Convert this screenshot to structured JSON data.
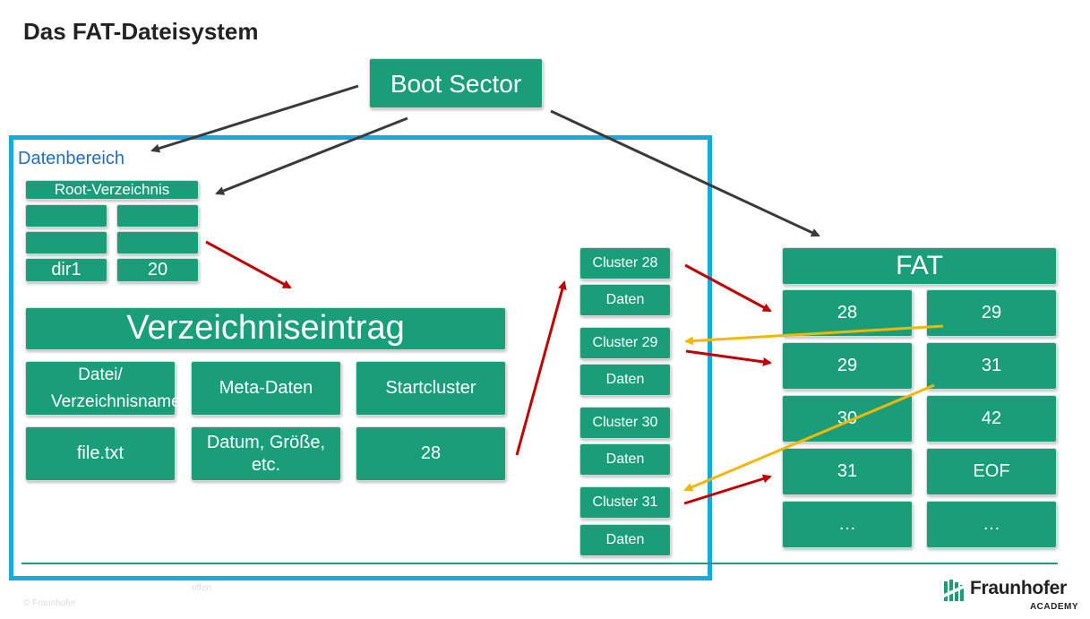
{
  "title": "Das FAT-Dateisystem",
  "boot_sector": "Boot Sector",
  "data_area": {
    "label": "Datenbereich",
    "root_dir": {
      "header": "Root-Verzeichnis",
      "entry_name": "dir1",
      "entry_value": "20"
    },
    "dir_entry": {
      "header": "Verzeichniseintrag",
      "col_name": "Datei/ Verzeichnisname",
      "col_meta": "Meta-Daten",
      "col_start": "Startcluster",
      "val_name": "file.txt",
      "val_meta": "Datum, Größe, etc.",
      "val_start": "28"
    },
    "clusters": [
      {
        "label": "Cluster 28",
        "data": "Daten"
      },
      {
        "label": "Cluster 29",
        "data": "Daten"
      },
      {
        "label": "Cluster 30",
        "data": "Daten"
      },
      {
        "label": "Cluster 31",
        "data": "Daten"
      }
    ]
  },
  "fat": {
    "header": "FAT",
    "rows": [
      [
        "28",
        "29"
      ],
      [
        "29",
        "31"
      ],
      [
        "30",
        "42"
      ],
      [
        "31",
        "EOF"
      ],
      [
        "…",
        "…"
      ]
    ]
  },
  "logo": {
    "name": "Fraunhofer",
    "sub": "ACADEMY"
  },
  "faint_text": {
    "left": "© Fraunhofer",
    "center": "offen"
  },
  "colors": {
    "box": "#1a9e7a",
    "frame": "#17a9e1",
    "arrow_dark": "#3a3a3a",
    "arrow_red": "#c00000",
    "arrow_yellow": "#f2b705"
  }
}
